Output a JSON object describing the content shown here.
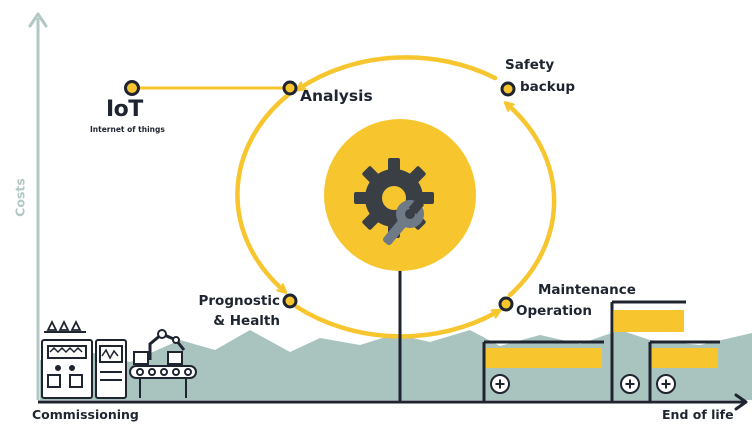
{
  "axes": {
    "y_label": "Costs",
    "x_start_label": "Commissioning",
    "x_end_label": "End of life"
  },
  "nodes": {
    "iot_title": "IoT",
    "iot_subtitle": "Internet of things",
    "analysis": "Analysis",
    "safety_line1": "Safety",
    "safety_line2": "backup",
    "prognostic_line1": "Prognostic",
    "prognostic_line2": "& Health",
    "maintenance_line1": "Maintenance",
    "maintenance_line2": "Operation"
  },
  "colors": {
    "accent": "#F7C62F",
    "dark": "#1F2530",
    "terrain": "#A9C4BF",
    "axis": "#B3C8C5",
    "gear": "#3A3F46",
    "wrench": "#6E7A86"
  }
}
